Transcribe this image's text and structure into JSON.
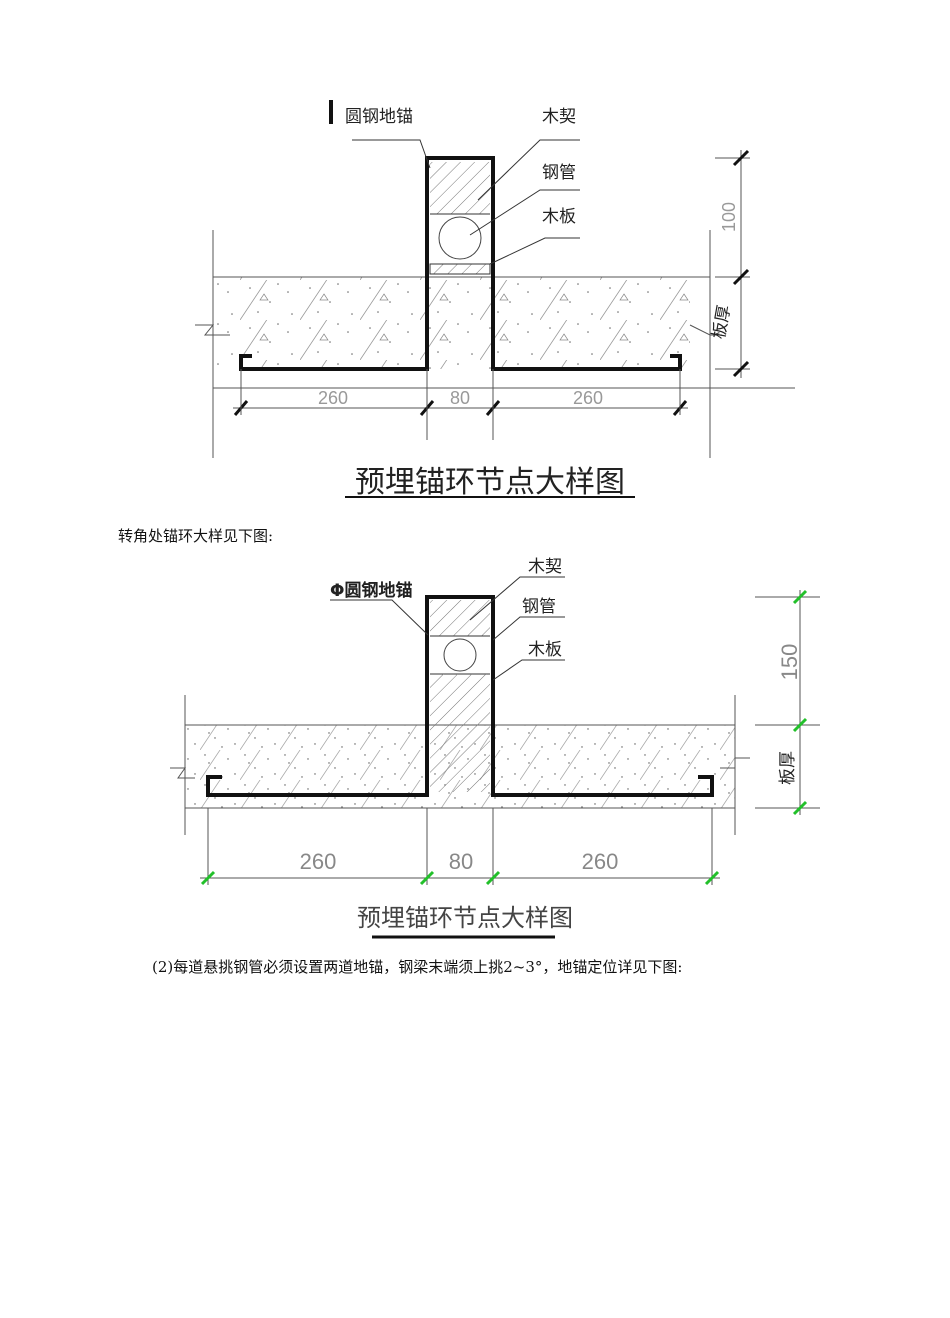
{
  "figure1": {
    "labels": {
      "anchor": "圆钢地锚",
      "wedge": "木契",
      "pipe": "钢管",
      "board": "木板"
    },
    "dims": {
      "left": "260",
      "middle": "80",
      "right": "260",
      "height": "100",
      "slab": "板厚"
    },
    "title": "预埋锚环节点大样图"
  },
  "caption1": "转角处锚环大样见下图:",
  "figure2": {
    "labels": {
      "anchor": "Φ圆钢地锚",
      "wedge": "木契",
      "pipe": "钢管",
      "board": "木板"
    },
    "dims": {
      "left": "260",
      "middle": "80",
      "right": "260",
      "height": "150",
      "slab": "板厚"
    },
    "title": "预埋锚环节点大样图",
    "tick_color": "#22c02a"
  },
  "paragraph2": "(2)每道悬挑钢管必须设置两道地锚，钢梁末端须上挑2~3°，地锚定位详见下图:"
}
